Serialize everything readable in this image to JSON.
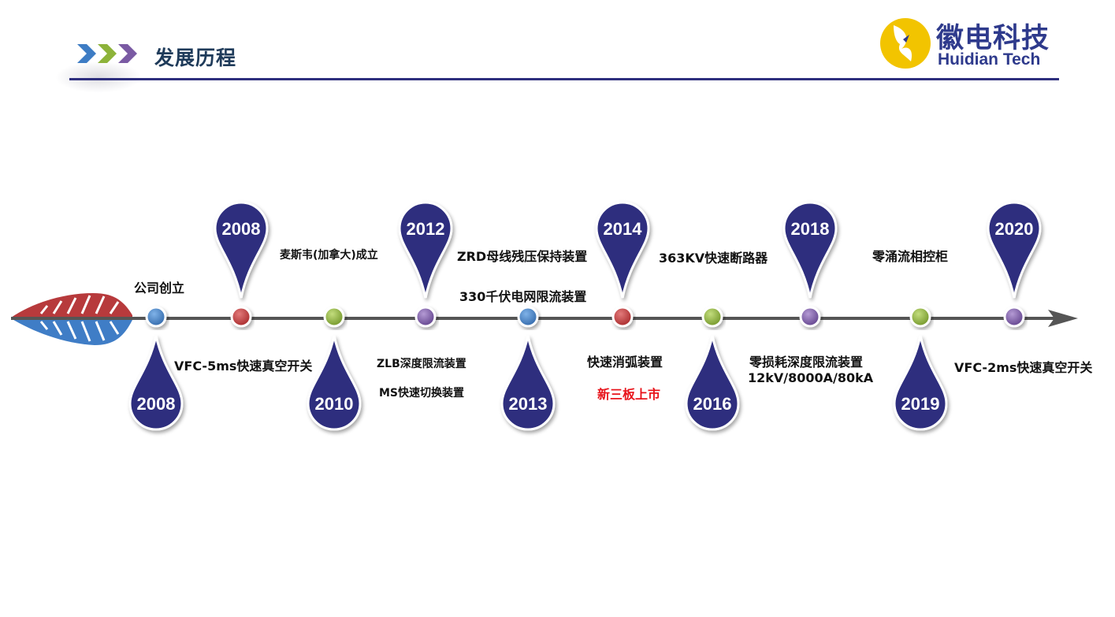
{
  "header": {
    "title": "发展历程"
  },
  "logo": {
    "name_cn": "徽电科技",
    "name_en": "Huidian Tech",
    "color": "#2e3a8c",
    "mark_color": "#f2c400"
  },
  "colors": {
    "drop": "#2e2f7e",
    "axis": "#555555",
    "blue_dot": "#3d7cc4",
    "red_dot": "#c0393b",
    "green_dot": "#8db33a",
    "purple_dot": "#7a5aa3",
    "highlight": "#e8141b"
  },
  "milestones": [
    {
      "year": "2008",
      "position": "below",
      "dot": "blue"
    },
    {
      "year": "2008",
      "position": "above",
      "dot": "red"
    },
    {
      "year": "2010",
      "position": "below",
      "dot": "green"
    },
    {
      "year": "2012",
      "position": "above",
      "dot": "purple"
    },
    {
      "year": "2013",
      "position": "below",
      "dot": "blue"
    },
    {
      "year": "2014",
      "position": "above",
      "dot": "red"
    },
    {
      "year": "2016",
      "position": "below",
      "dot": "green"
    },
    {
      "year": "2018",
      "position": "above",
      "dot": "purple"
    },
    {
      "year": "2019",
      "position": "below",
      "dot": "green"
    },
    {
      "year": "2020",
      "position": "above",
      "dot": "purple"
    }
  ],
  "events": {
    "founded": "公司创立",
    "vfc5": "VFC-5ms快速真空开关",
    "maxwell": "麦斯韦(加拿大)成立",
    "zlb": "ZLB深度限流装置",
    "ms_switch": "MS快速切换装置",
    "zrd": "ZRD母线残压保持装置",
    "kv330": "330千伏电网限流装置",
    "arc": "快速消弧装置",
    "neeq": "新三板上市",
    "kv363": "363KV快速断路器",
    "zero_loss": "零损耗深度限流装置",
    "zero_loss_spec": "12kV/8000A/80kA",
    "zero_surge": "零涌流相控柜",
    "vfc2": "VFC-2ms快速真空开关"
  }
}
